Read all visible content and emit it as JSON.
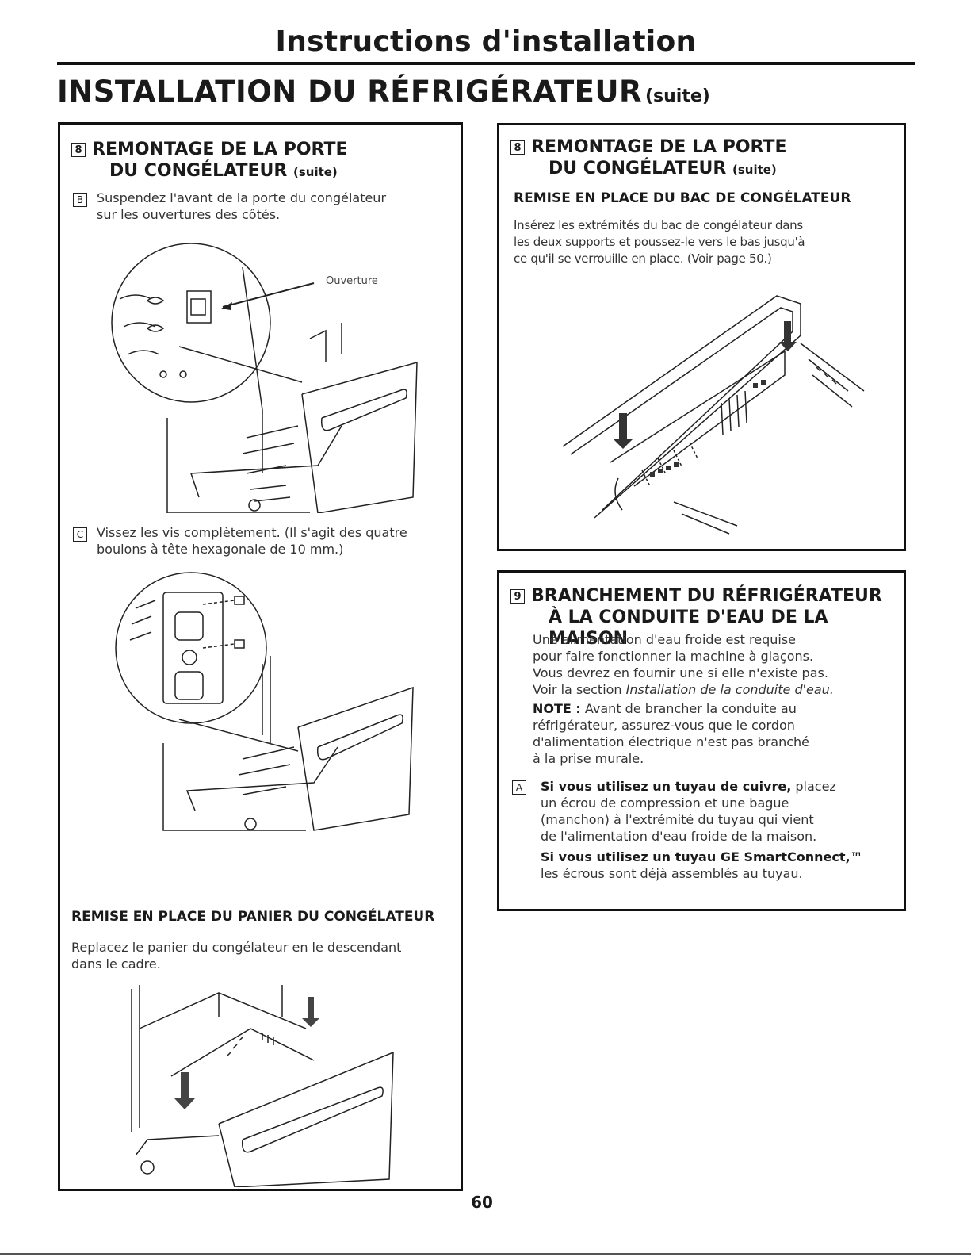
{
  "header": {
    "title": "Instructions d'installation"
  },
  "section": {
    "title": "INSTALLATION DU RÉFRIGÉRATEUR",
    "suffix": "(suite)"
  },
  "left_panel": {
    "step_number": "8",
    "step_title_line1": "REMONTAGE DE LA PORTE",
    "step_title_line2": "DU CONGÉLATEUR",
    "step_title_suffix": "(suite)",
    "sub_b": {
      "letter": "B",
      "text_line1": "Suspendez l'avant de la porte du congélateur",
      "text_line2": "sur les ouvertures des côtés."
    },
    "figure1_label": "Ouverture",
    "sub_c": {
      "letter": "C",
      "text_line1": "Vissez les vis complètement. (Il s'agit des quatre",
      "text_line2": "boulons à tête hexagonale de 10 mm.)"
    },
    "basket_heading": "REMISE EN PLACE DU PANIER DU CONGÉLATEUR",
    "basket_text_line1": "Replacez le panier du congélateur en le descendant",
    "basket_text_line2": "dans le cadre."
  },
  "right_top_panel": {
    "step_number": "8",
    "step_title_line1": "REMONTAGE DE LA PORTE",
    "step_title_line2": "DU CONGÉLATEUR",
    "step_title_suffix": "(suite)",
    "subhead": "REMISE EN PLACE DU BAC DE CONGÉLATEUR",
    "text_line1": "Insérez les extrémités du bac de congélateur dans",
    "text_line2": "les deux supports et poussez-le vers le bas jusqu'à",
    "text_line3": "ce qu'il se verrouille en place. (Voir page 50.)"
  },
  "right_bottom_panel": {
    "step_number": "9",
    "step_title_line1": "BRANCHEMENT DU RÉFRIGÉRATEUR",
    "step_title_line2": "À LA CONDUITE D'EAU DE LA MAISON",
    "p1_line1": "Une alimentation d'eau froide est requise",
    "p1_line2": "pour faire fonctionner la machine à glaçons.",
    "p1_line3": "Vous devrez en fournir une si elle n'existe pas.",
    "p1_line4_prefix": "Voir la section ",
    "p1_line4_italic": "Installation de la conduite d'eau.",
    "note_label": "NOTE :",
    "note_line1": " Avant de brancher la conduite au",
    "note_line2": "réfrigérateur, assurez-vous que le cordon",
    "note_line3": "d'alimentation électrique n'est pas branché",
    "note_line4": "à la prise murale.",
    "sub_a": {
      "letter": "A",
      "bold": "Si vous utilisez un tuyau de cuivre,",
      "line1_rest": " placez",
      "line2": "un écrou de compression et une bague",
      "line3": "(manchon) à l'extrémité du tuyau qui vient",
      "line4": "de l'alimentation d'eau froide de la maison."
    },
    "smart_bold": "Si vous utilisez un tuyau GE SmartConnect,™",
    "smart_line2": "les écrous sont déjà assemblés au tuyau."
  },
  "page_number": "60"
}
